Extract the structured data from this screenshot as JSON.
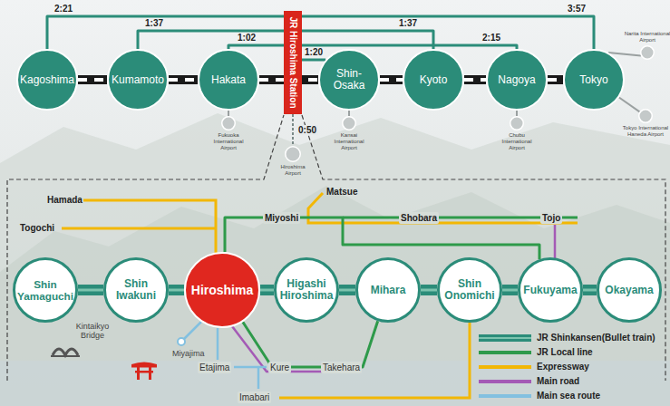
{
  "diagram": {
    "nodes": [
      {
        "text": [
          "Kagoshima"
        ]
      },
      {
        "text": [
          "Kumamoto"
        ]
      },
      {
        "text": [
          "Hakata"
        ]
      },
      {
        "text": [
          "Shin-Osaka"
        ]
      },
      {
        "text": [
          "Kyoto"
        ]
      },
      {
        "text": [
          "Nagoya"
        ]
      },
      {
        "text": [
          "Tokyo"
        ]
      },
      {
        "text": [
          "JR Hiroshima Station"
        ]
      },
      {
        "text": [
          "Fukuoka International Airport"
        ]
      },
      {
        "text": [
          "Kansai International Airport"
        ]
      },
      {
        "text": [
          "Chubu International Airport"
        ]
      },
      {
        "text": [
          "Narita International Airport"
        ]
      },
      {
        "text": [
          "Tokyo International Haneda Airport"
        ]
      },
      {
        "text": [
          "Hiroshima Airport"
        ]
      },
      {
        "text": [
          "Shin Yamaguchi"
        ]
      },
      {
        "text": [
          "Shin Iwakuni"
        ]
      },
      {
        "text": [
          "Hiroshima"
        ]
      },
      {
        "text": [
          "Higashi Hiroshima"
        ]
      },
      {
        "text": [
          "Mihara"
        ]
      },
      {
        "text": [
          "Shin Onomichi"
        ]
      },
      {
        "text": [
          "Fukuyama"
        ]
      },
      {
        "text": [
          "Okayama"
        ]
      }
    ],
    "edges": [
      {
        "from": 0,
        "to": 7,
        "label": "2:21",
        "arrow": "none"
      },
      {
        "from": 1,
        "to": 7,
        "label": "1:37",
        "arrow": "none"
      },
      {
        "from": 2,
        "to": 7,
        "label": "1:02",
        "arrow": "none"
      },
      {
        "from": 3,
        "to": 7,
        "label": "1:20",
        "arrow": "none"
      },
      {
        "from": 4,
        "to": 7,
        "label": "1:37",
        "arrow": "none"
      },
      {
        "from": 5,
        "to": 7,
        "label": "2:15",
        "arrow": "none"
      },
      {
        "from": 6,
        "to": 7,
        "label": "3:57",
        "arrow": "none"
      },
      {
        "from": 7,
        "to": 13,
        "label": "0:50",
        "arrow": "none"
      },
      {
        "from": 0,
        "to": 1,
        "arrow": "none"
      },
      {
        "from": 1,
        "to": 2,
        "arrow": "none"
      },
      {
        "from": 2,
        "to": 3,
        "arrow": "none"
      },
      {
        "from": 3,
        "to": 4,
        "arrow": "none"
      },
      {
        "from": 4,
        "to": 5,
        "arrow": "none"
      },
      {
        "from": 5,
        "to": 6,
        "arrow": "none"
      },
      {
        "from": 2,
        "to": 8,
        "arrow": "none"
      },
      {
        "from": 3,
        "to": 9,
        "arrow": "none"
      },
      {
        "from": 5,
        "to": 10,
        "arrow": "none"
      },
      {
        "from": 6,
        "to": 11,
        "arrow": "none"
      },
      {
        "from": 6,
        "to": 12,
        "arrow": "none"
      },
      {
        "from": 14,
        "to": 15,
        "arrow": "none"
      },
      {
        "from": 15,
        "to": 16,
        "arrow": "none"
      },
      {
        "from": 16,
        "to": 17,
        "arrow": "none"
      },
      {
        "from": 17,
        "to": 18,
        "arrow": "none"
      },
      {
        "from": 18,
        "to": 19,
        "arrow": "none"
      },
      {
        "from": 19,
        "to": 20,
        "arrow": "none"
      },
      {
        "from": 20,
        "to": 21,
        "arrow": "none"
      },
      {
        "from": 16,
        "to": 20,
        "arrow": "none"
      },
      {
        "from": 16,
        "to": 18,
        "arrow": "none"
      }
    ],
    "labels": [
      "Hamada",
      "Togochi",
      "Matsue",
      "Miyoshi",
      "Shobara",
      "Tojo",
      "Kintaikyo Bridge",
      "Miyajima",
      "Etajima",
      "Kure",
      "Takehara",
      "Imabari"
    ],
    "legend": [
      {
        "text": "JR Shinkansen(Bullet train)"
      },
      {
        "text": "JR Local line"
      },
      {
        "text": "Expressway"
      },
      {
        "text": "Main road"
      },
      {
        "text": "Main sea route"
      }
    ]
  }
}
